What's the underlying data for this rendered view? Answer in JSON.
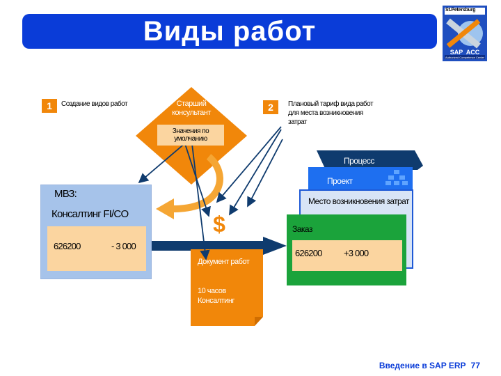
{
  "title": "Виды работ",
  "logo": {
    "top_text": "St.Petersburg",
    "brand": "SAP  ACC",
    "tagline": "Authorized Competence Center"
  },
  "steps": [
    {
      "number": "1",
      "text": "Создание видов работ"
    },
    {
      "number": "2",
      "text": "Плановый тариф вида работ для места возникновения затрат"
    }
  ],
  "consultant": {
    "title": "Старший консультант",
    "defaults": "Значения по умолчанию"
  },
  "mvz": {
    "label": "МВЗ:",
    "name": "Консалтинг FI/CO",
    "account": "626200",
    "amount": "- 3 000"
  },
  "document": {
    "title": "Документ работ",
    "details": "10 часов Консалтинг"
  },
  "currency_symbol": "$",
  "receivers": {
    "process": "Процесс",
    "project": "Проект",
    "cost_center": "Место возникновения затрат",
    "order": "Заказ",
    "order_account": "626200",
    "order_amount": "+3 000"
  },
  "footer": {
    "text": "Введение в SAP ERP",
    "page": "77"
  },
  "colors": {
    "title_blue": "#0a3cd8",
    "orange": "#f1870a",
    "light_blue": "#a6c3ea",
    "navy": "#0f3b6e",
    "green": "#1ba33b",
    "peach": "#fbd5a0"
  }
}
